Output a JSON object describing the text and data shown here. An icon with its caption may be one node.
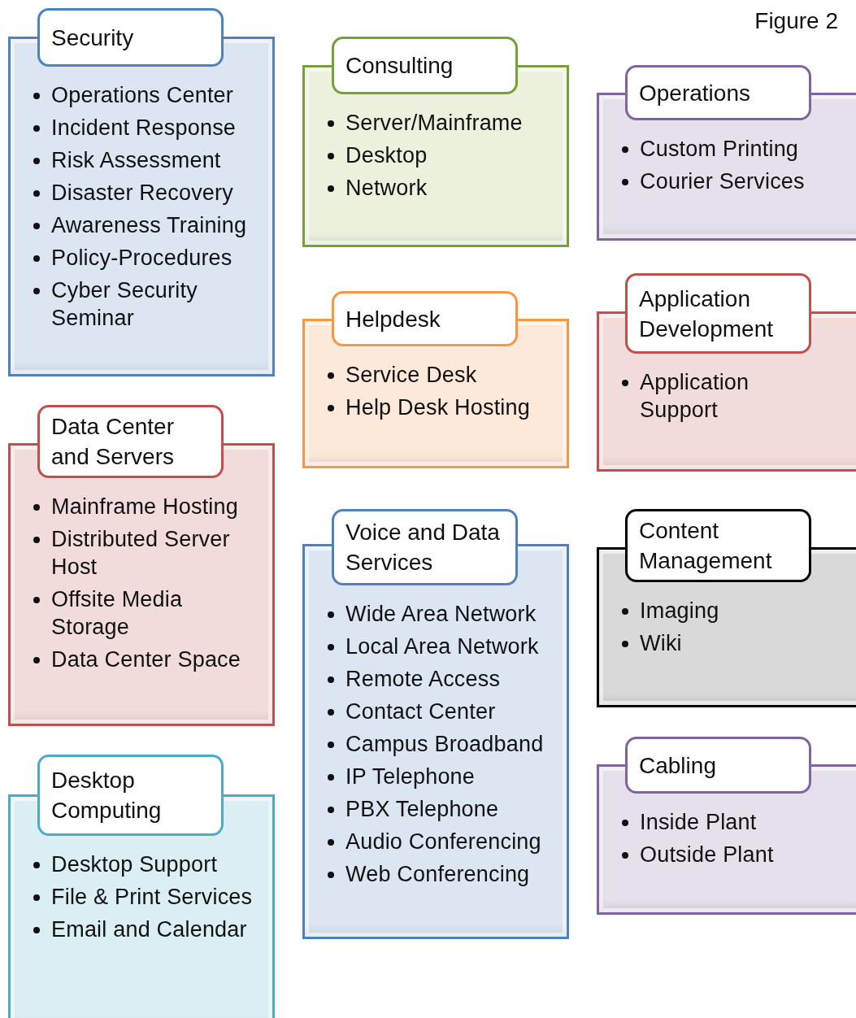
{
  "diagram": {
    "nodes": [
      {
        "text": [
          "Security"
        ]
      },
      {
        "text": [
          "Operations Center",
          "Incident Response",
          "Risk Assessment",
          "Disaster Recovery",
          "Awareness Training",
          "Policy-Procedures",
          "Cyber Security Seminar"
        ]
      },
      {
        "text": [
          "Data Center and Servers"
        ]
      },
      {
        "text": [
          "Mainframe Hosting",
          "Distributed Server Host",
          "Offsite Media Storage",
          "Data Center Space"
        ]
      },
      {
        "text": [
          "Desktop Computing"
        ]
      },
      {
        "text": [
          "Desktop Support",
          "File & Print Services",
          "Email and Calendar"
        ]
      },
      {
        "text": [
          "Consulting"
        ]
      },
      {
        "text": [
          "Server/Mainframe",
          "Desktop",
          "Network"
        ]
      },
      {
        "text": [
          "Helpdesk"
        ]
      },
      {
        "text": [
          "Service Desk",
          "Help Desk Hosting"
        ]
      },
      {
        "text": [
          "Voice and Data Services"
        ]
      },
      {
        "text": [
          "Wide Area Network",
          "Local Area Network",
          "Remote Access",
          "Contact Center",
          "Campus Broadband",
          "IP Telephone",
          "PBX Telephone",
          "Audio Conferencing",
          "Web Conferencing"
        ]
      },
      {
        "text": [
          "Operations"
        ]
      },
      {
        "text": [
          "Custom Printing",
          "Courier Services"
        ]
      },
      {
        "text": [
          "Application Development"
        ]
      },
      {
        "text": [
          "Application Support"
        ]
      },
      {
        "text": [
          "Content Management"
        ]
      },
      {
        "text": [
          "Imaging",
          "Wiki"
        ]
      },
      {
        "text": [
          "Cabling"
        ]
      },
      {
        "text": [
          "Inside Plant",
          "Outside Plant"
        ]
      }
    ],
    "labels": [
      "Figure 2"
    ]
  }
}
